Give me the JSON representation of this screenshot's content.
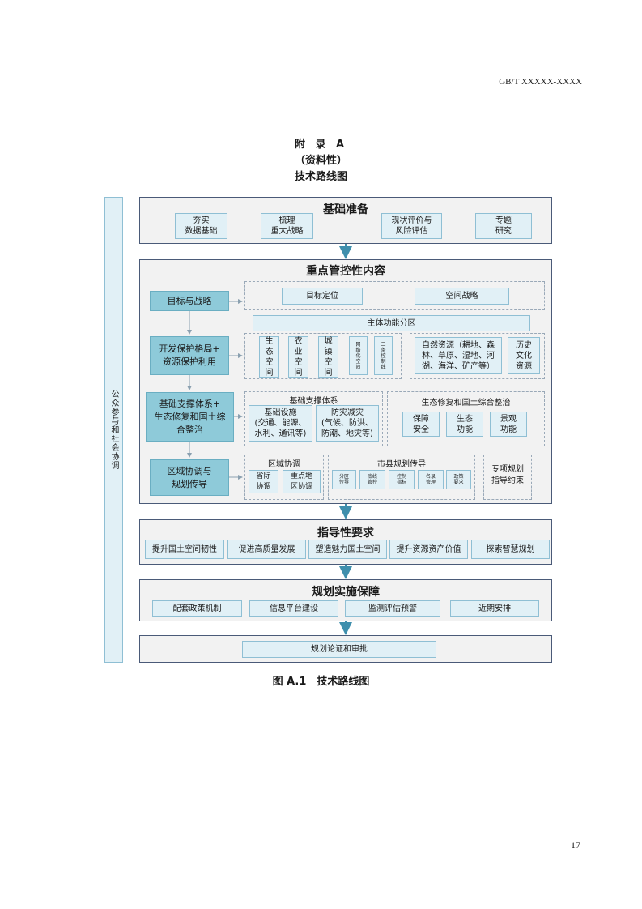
{
  "header": {
    "code": "GB/T XXXXX-XXXX"
  },
  "appendix": {
    "title": "附 录 A",
    "type": "（资料性）",
    "name": "技术路线图"
  },
  "figure": {
    "side_label": "公众参与和社会协调",
    "basic": {
      "title": "基础准备",
      "items": [
        "夯实\n数据基础",
        "梳理\n重大战略",
        "现状评价与\n风险评估",
        "专题\n研究"
      ]
    },
    "control": {
      "title": "重点管控性内容",
      "left": [
        "目标与战略",
        "开发保护格局+\n资源保护利用",
        "基础支撑体系+\n生态修复和国土综\n合整治",
        "区域协调与\n规划传导"
      ],
      "goal_items": [
        "目标定位",
        "空间战略"
      ],
      "zoning": "主体功能分区",
      "spaces": [
        "生\n态\n空\n间",
        "农\n业\n空\n间",
        "城\n镇\n空\n间",
        "网\n络\n化\n空\n间",
        "三\n条\n控\n制\n线"
      ],
      "natural_resources": "自然资源（耕地、森\n林、草原、湿地、河\n湖、海洋、矿产等）",
      "history": "历史\n文化\n资源",
      "support_title": "基础支撑体系",
      "infra": "基础设施\n(交通、能源、\n水利、通讯等)",
      "disaster": "防灾减灾\n(气候、防洪、\n防潮、地灾等)",
      "eco_title": "生态修复和国土综合整治",
      "eco_items": [
        "保障\n安全",
        "生态\n功能",
        "景观\n功能"
      ],
      "region_title": "区域协调",
      "region_items": [
        "省际\n协调",
        "重点地\n区协调"
      ],
      "city_title": "市县规划传导",
      "city_items": [
        "分区\n传导",
        "底线\n管控",
        "控制\n指标",
        "名录\n管理",
        "政策\n要求"
      ],
      "special": "专项规划\n指导约束"
    },
    "guidance": {
      "title": "指导性要求",
      "items": [
        "提升国土空间韧性",
        "促进高质量发展",
        "塑造魅力国土空间",
        "提升资源资产价值",
        "探索智慧规划"
      ]
    },
    "implementation": {
      "title": "规划实施保障",
      "items": [
        "配套政策机制",
        "信息平台建设",
        "监测评估预警",
        "近期安排"
      ]
    },
    "approval": "规划论证和审批",
    "caption": "图 A.1　技术路线图"
  },
  "page_number": "17"
}
